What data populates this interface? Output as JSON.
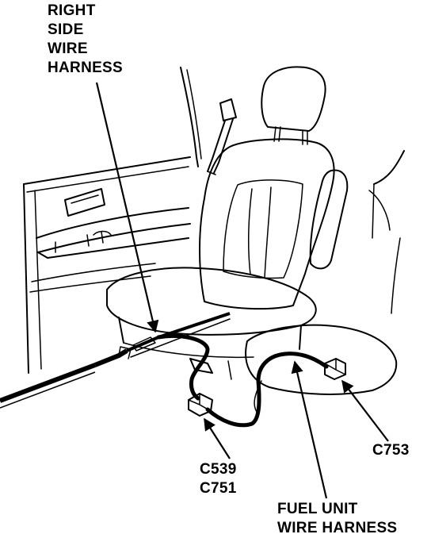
{
  "labels": {
    "right_harness": [
      "RIGHT",
      "SIDE",
      "WIRE",
      "HARNESS"
    ],
    "c539": "C539",
    "c751": "C751",
    "c753": "C753",
    "fuel_harness": [
      "FUEL UNIT",
      "WIRE HARNESS"
    ]
  }
}
